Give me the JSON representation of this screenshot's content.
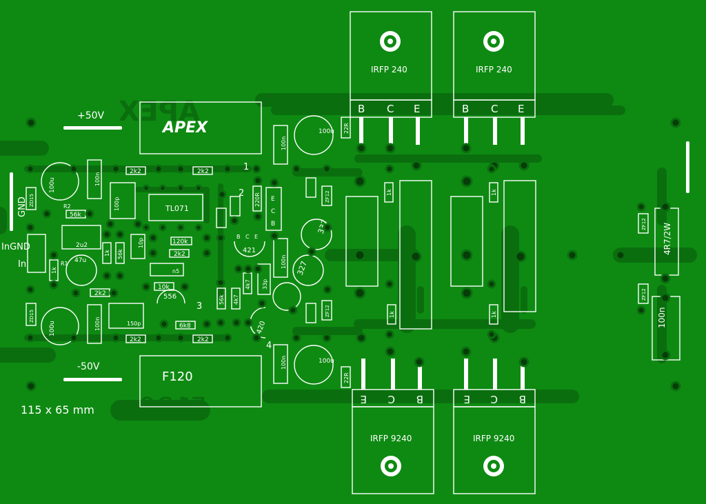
{
  "board": {
    "size_label": "115 x 65 mm",
    "logo": "APEX",
    "model": "F120",
    "supply_pos": "+50V",
    "supply_neg": "-50V",
    "gnd": "GND",
    "in_gnd": "InGND",
    "input": "In"
  },
  "ic": {
    "label": "TL071"
  },
  "transistors": {
    "top_left": "IRFP 240",
    "top_right": "IRFP 240",
    "bottom_left": "IRFP 9240",
    "bottom_right": "IRFP 9240",
    "pin_b": "B",
    "pin_c": "C",
    "pin_e": "E"
  },
  "small_transistors": {
    "t556": "556",
    "t421": "421",
    "t420": "420",
    "t337": "337",
    "t327": "327"
  },
  "parts": {
    "r_2k2": "2k2",
    "r_56k": "56k",
    "r_120k": "120k",
    "r_10k": "10k",
    "r_6k8": "6k8",
    "r_4k7": "4k7",
    "r_1k": "1k",
    "r_220r": "220R",
    "r_22r": "22R",
    "r_4r7": "4R7/2W",
    "r2": "R2",
    "r1": "R1",
    "c_100u": "100u",
    "c_47u": "47u",
    "c_2u2": "2u2",
    "c_100n": "100n",
    "c_150p": "150p",
    "c_100p": "100p",
    "c_n5": "n5",
    "c_33p": "33p",
    "c_10p": "10p",
    "zener": "ZF12",
    "zd15": "ZD15",
    "marker_1": "1",
    "marker_2": "2",
    "marker_3": "3",
    "marker_4": "4",
    "q_b": "B",
    "q_c": "C",
    "q_e": "E"
  },
  "colors": {
    "board": "#0e8a12",
    "track": "#0a6e0e",
    "silk": "#ffffff",
    "pad": "#063d08"
  }
}
